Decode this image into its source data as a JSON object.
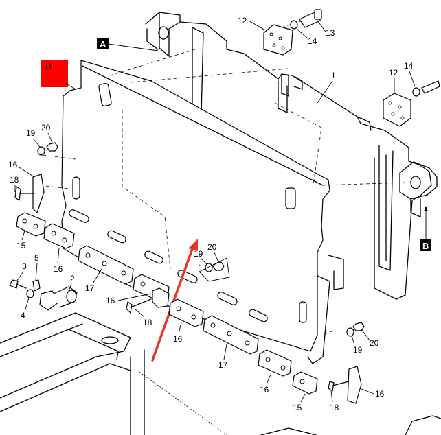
{
  "diagram": {
    "highlight_color": "#ff0000",
    "arrow_color": "#e8352b",
    "callout_boxes": [
      {
        "id": "A",
        "label": "A"
      },
      {
        "id": "B",
        "label": "B"
      }
    ],
    "highlighted_part": "11",
    "part_labels": {
      "p1": "1",
      "p2": "2",
      "p3": "3",
      "p4": "4",
      "p5": "5",
      "p12a": "12",
      "p12b": "12",
      "p13": "13",
      "p14a": "14",
      "p14b": "14",
      "p15a": "15",
      "p15b": "15",
      "p16a": "16",
      "p16b": "16",
      "p16c": "16",
      "p16d": "16",
      "p16e": "16",
      "p17a": "17",
      "p17b": "17",
      "p18a": "18",
      "p18b": "18",
      "p18c": "18",
      "p19a": "19",
      "p19b": "19",
      "p19c": "19",
      "p20a": "20",
      "p20b": "20",
      "p20c": "20"
    }
  }
}
